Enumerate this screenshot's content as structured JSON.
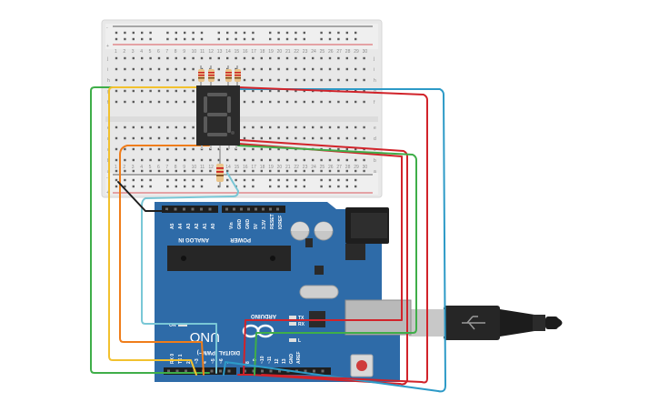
{
  "circuit": {
    "breadboard": {
      "rail_plus": "+",
      "rail_minus": "-",
      "column_numbers": [
        "1",
        "2",
        "3",
        "4",
        "5",
        "6",
        "7",
        "8",
        "9",
        "10",
        "11",
        "12",
        "13",
        "14",
        "15",
        "16",
        "17",
        "18",
        "19",
        "20",
        "21",
        "22",
        "23",
        "24",
        "25",
        "26",
        "27",
        "28",
        "29",
        "30"
      ],
      "row_letters_top": [
        "j",
        "i",
        "h",
        "g",
        "f"
      ],
      "row_letters_bottom": [
        "e",
        "d",
        "c",
        "b",
        "a"
      ]
    },
    "display": {
      "digit": "8"
    },
    "arduino": {
      "model": "UNO",
      "brand": "ARDUINO",
      "power_header": "POWER",
      "analog_header": "ANALOG IN",
      "digital_header": "DIGITAL (PWM~)",
      "power_pins": [
        "IOREF",
        "RESET",
        "3.3V",
        "5V",
        "GND",
        "GND",
        "Vin"
      ],
      "analog_pins": [
        "A0",
        "A1",
        "A2",
        "A3",
        "A4",
        "A5"
      ],
      "digital_pins_top_right": [
        "AREF",
        "GND",
        "13",
        "12",
        "~11",
        "~10",
        "~9",
        "8"
      ],
      "digital_pins_left": [
        "7",
        "~6",
        "~5",
        "4",
        "~3",
        "2",
        "TX 1",
        "RX 0"
      ],
      "leds": [
        "ON",
        "L",
        "TX",
        "RX"
      ]
    },
    "colors": {
      "wire_green": "#3fae49",
      "wire_yellow": "#f2c12e",
      "wire_orange": "#ef7d1a",
      "wire_red": "#d1232a",
      "wire_blue": "#2d9ac7",
      "wire_cyan": "#79c7d6",
      "wire_black": "#1f1f1f",
      "board": "#2e6ba8",
      "breadboard": "#e9e9e9"
    }
  }
}
